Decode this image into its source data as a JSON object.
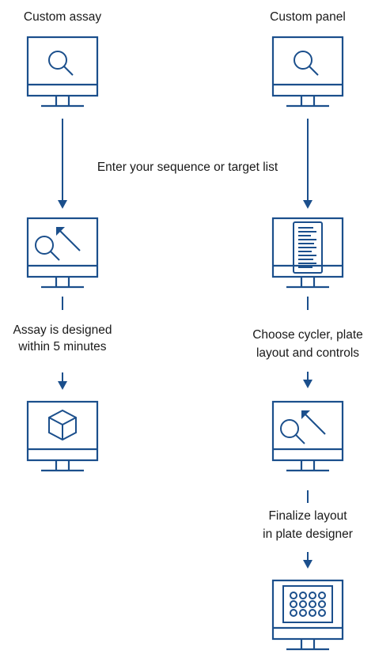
{
  "colors": {
    "accent": "#1b4f8c",
    "text": "#1a1a1a",
    "background": "#ffffff"
  },
  "columns": {
    "left_title": "Custom assay",
    "right_title": "Custom panel"
  },
  "steps": {
    "shared_step": "Enter your sequence or target list",
    "assay_step_line1": "Assay is designed",
    "assay_step_line2": "within 5 minutes",
    "panel_step_line1": "Choose cycler, plate",
    "panel_step_line2": "layout and controls",
    "panel_final_line1": "Finalize layout",
    "panel_final_line2": "in plate designer"
  },
  "icons": [
    "monitor-search-icon",
    "monitor-search-arrow-icon",
    "monitor-cube-icon",
    "monitor-document-icon",
    "monitor-plate-icon"
  ]
}
